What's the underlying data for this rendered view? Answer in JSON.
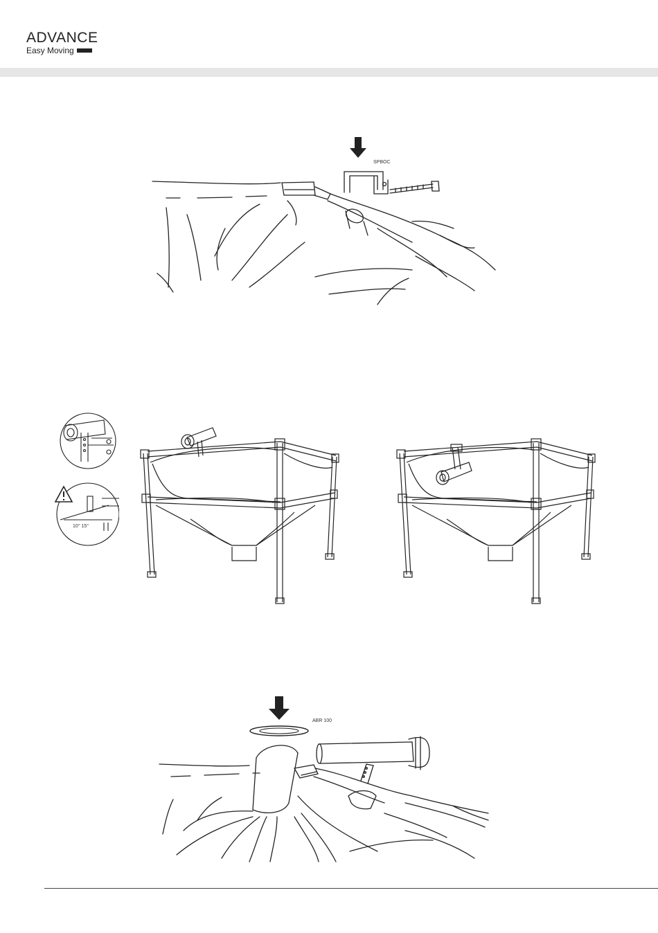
{
  "header": {
    "brand": "ADVANCE",
    "tagline": "Easy Moving",
    "band_color": "#e6e6e6"
  },
  "figures": {
    "fig1": {
      "part_label": "SPBOC"
    },
    "fig2": {
      "warning_angle_label": "10° 15°"
    },
    "fig3": {
      "part_label": "ABR 100"
    }
  },
  "icons": [
    "down-arrow-icon",
    "warning-icon"
  ]
}
